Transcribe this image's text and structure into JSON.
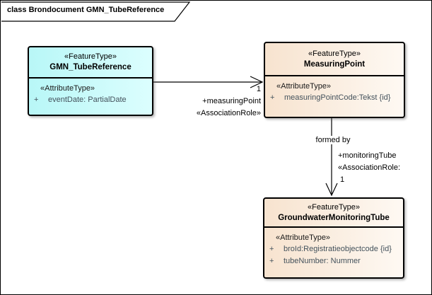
{
  "frame": {
    "title": "class Brondocument GMN_TubeReference"
  },
  "colors": {
    "frame_border": "#000000",
    "class_border": "#000000",
    "cyan_fill_left": "#B8F7F7",
    "cyan_fill_right": "#DCFEFE",
    "peach_fill_left": "#F7E3CF",
    "peach_fill_right": "#FEF9F3",
    "attribute_text": "#44525C",
    "label_text": "#000000"
  },
  "classes": [
    {
      "stereotype": "«FeatureType»",
      "name": "GMN_TubeReference",
      "attr_stereotype": "«AttributeType»",
      "attributes": [
        {
          "visibility": "+",
          "text": "eventDate: PartialDate"
        }
      ]
    },
    {
      "stereotype": "«FeatureType»",
      "name": "MeasuringPoint",
      "attr_stereotype": "«AttributeType»",
      "attributes": [
        {
          "visibility": "+",
          "text": "measuringPointCode:Tekst {id}"
        }
      ]
    },
    {
      "stereotype": "«FeatureType»",
      "name": "GroundwaterMonitoringTube",
      "attr_stereotype": "«AttributeType»",
      "attributes": [
        {
          "visibility": "+",
          "text": "broId:Registratieobjectcode {id}"
        },
        {
          "visibility": "+",
          "text": "tubeNumber: Nummer"
        }
      ]
    }
  ],
  "associations": [
    {
      "source": "GMN_TubeReference",
      "target": "MeasuringPoint",
      "target_multiplicity": "1",
      "target_role": "+measuringPoint",
      "target_role_stereotype": "«AssociationRole»"
    },
    {
      "source": "MeasuringPoint",
      "target": "GroundwaterMonitoringTube",
      "name": "formed by",
      "target_role": "+monitoringTube",
      "target_role_stereotype": "«AssociationRole:",
      "target_multiplicity": "1"
    }
  ]
}
